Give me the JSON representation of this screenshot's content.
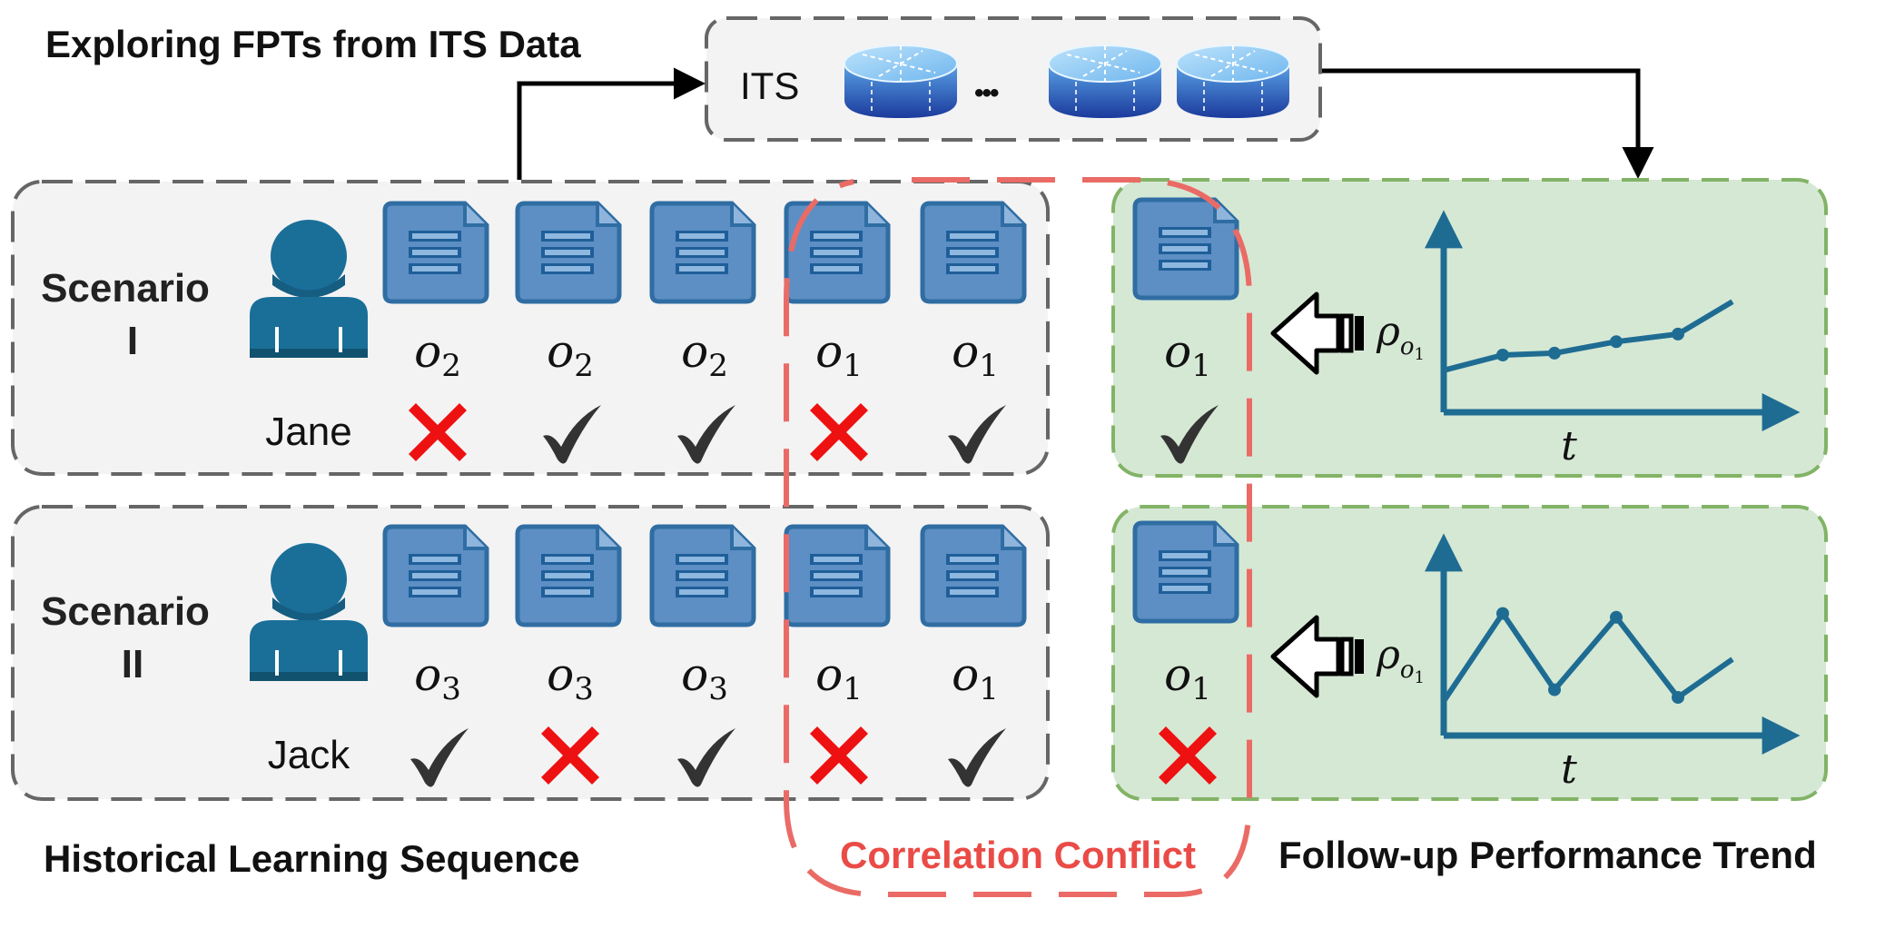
{
  "title": "Exploring FPTs from ITS Data",
  "its_label": "ITS",
  "ellipsis": "•••",
  "section_labels": {
    "history": "Historical Learning Sequence",
    "conflict": "Correlation Conflict",
    "trend": "Follow-up Performance Trend"
  },
  "scenarios": [
    {
      "label_line1": "Scenario",
      "label_line2": "I",
      "student": "Jane",
      "items": [
        {
          "letter": "o",
          "sub": "2",
          "result": "wrong"
        },
        {
          "letter": "o",
          "sub": "2",
          "result": "correct"
        },
        {
          "letter": "o",
          "sub": "2",
          "result": "correct"
        },
        {
          "letter": "o",
          "sub": "1",
          "result": "wrong"
        },
        {
          "letter": "o",
          "sub": "1",
          "result": "correct"
        }
      ],
      "target": {
        "letter": "o",
        "sub": "1",
        "result": "correct"
      },
      "rho_symbol": "ρ",
      "rho_sub": "o",
      "rho_sub_sub": "1",
      "axis_label": "t",
      "trend": [
        0.22,
        0.3,
        0.31,
        0.37,
        0.41,
        0.58
      ]
    },
    {
      "label_line1": "Scenario",
      "label_line2": "II",
      "student": "Jack",
      "items": [
        {
          "letter": "o",
          "sub": "3",
          "result": "correct"
        },
        {
          "letter": "o",
          "sub": "3",
          "result": "wrong"
        },
        {
          "letter": "o",
          "sub": "3",
          "result": "correct"
        },
        {
          "letter": "o",
          "sub": "1",
          "result": "wrong"
        },
        {
          "letter": "o",
          "sub": "1",
          "result": "correct"
        }
      ],
      "target": {
        "letter": "o",
        "sub": "1",
        "result": "wrong"
      },
      "rho_symbol": "ρ",
      "rho_sub": "o",
      "rho_sub_sub": "1",
      "axis_label": "t",
      "trend": [
        0.18,
        0.64,
        0.24,
        0.62,
        0.2,
        0.4
      ]
    }
  ],
  "colors": {
    "panel_gray": "#f3f3f3",
    "panel_green": "#d5e8d4",
    "green_border": "#82b366",
    "conflict_red": "#ea6b66",
    "teal": "#1f6c93",
    "doc_blue": "#5d8fc4",
    "doc_dark": "#2f6da3",
    "wrong": "#ee1111",
    "correct": "#333333",
    "db_light": "#7ec3f0",
    "db_dark": "#1e40a6"
  }
}
